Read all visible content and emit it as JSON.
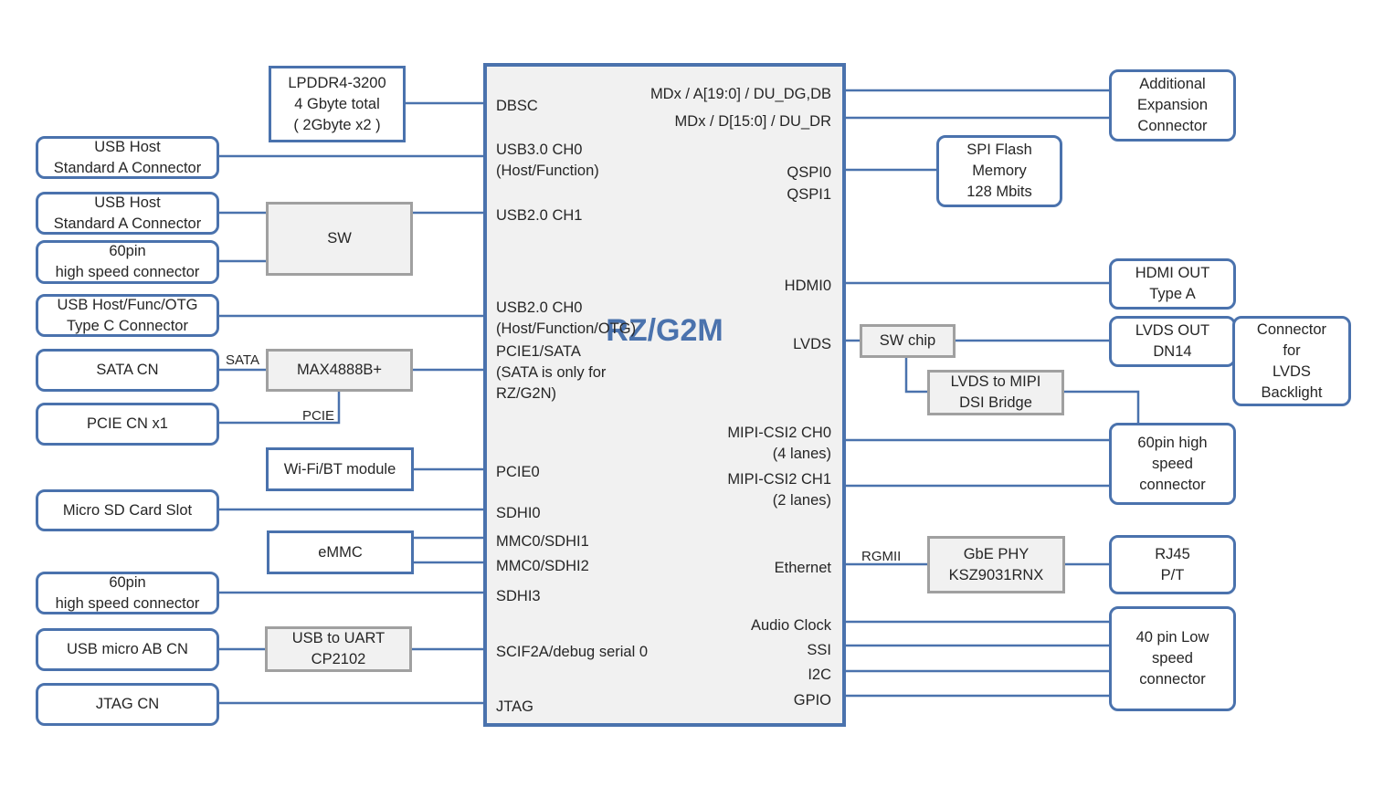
{
  "colors": {
    "wire": "#4a72ad",
    "soc_border": "#4a72ad",
    "soc_fill": "#f1f1f1",
    "chip_border": "#a0a0a0",
    "chip_fill": "#f1f1f1",
    "title": "#4a72ad"
  },
  "soc": {
    "title": "RZ/G2M",
    "left_pins": [
      "DBSC",
      "USB3.0 CH0\n(Host/Function)",
      "USB2.0 CH1",
      "USB2.0 CH0\n(Host/Function/OTG)",
      "PCIE1/SATA\n (SATA is only for\nRZ/G2N)",
      "PCIE0",
      "SDHI0",
      "MMC0/SDHI1",
      "MMC0/SDHI2",
      "SDHI3",
      "SCIF2A/debug serial 0",
      "JTAG"
    ],
    "right_pins": [
      "MDx / A[19:0] / DU_DG,DB",
      "MDx / D[15:0] / DU_DR",
      "QSPI0",
      "QSPI1",
      "HDMI0",
      "LVDS",
      "MIPI-CSI2 CH0\n(4 lanes)",
      "MIPI-CSI2 CH1\n(2 lanes)",
      "Ethernet",
      "Audio Clock",
      "SSI",
      "I2C",
      "GPIO"
    ]
  },
  "left_blocks": {
    "lpddr4": "LPDDR4-3200\n4 Gbyte total\n( 2Gbyte x2 )",
    "usb_host_a1": "USB Host\nStandard A Connector",
    "usb_host_a2": "USB Host\nStandard A Connector",
    "sw": "SW",
    "hs_60pin_1": "60pin\nhigh speed connector",
    "usb_typec": "USB Host/Func/OTG\nType C Connector",
    "sata_cn": "SATA CN",
    "max4888": "MAX4888B+",
    "pcie_cn": "PCIE CN x1",
    "wifi_bt": "Wi-Fi/BT module",
    "microsd": "Micro SD Card Slot",
    "emmc": "eMMC",
    "hs_60pin_2": "60pin\nhigh speed connector",
    "usb_micro_ab": "USB micro AB CN",
    "usb_uart": "USB to UART\nCP2102",
    "jtag_cn": "JTAG CN"
  },
  "right_blocks": {
    "add_expansion": "Additional\nExpansion\nConnector",
    "spi_flash": "SPI Flash\nMemory\n128 Mbits",
    "hdmi_out": "HDMI OUT\nType A",
    "sw_chip": "SW chip",
    "lvds_out": "LVDS OUT\nDN14",
    "lvds_backlight": "Connector\nfor\nLVDS\nBacklight",
    "lvds_mipi_bridge": "LVDS to MIPI\nDSI Bridge",
    "hs_60pin_right": "60pin high\nspeed\nconnector",
    "gbe_phy": "GbE PHY\nKSZ9031RNX",
    "rj45": "RJ45\nP/T",
    "lowspeed_40pin": "40 pin Low\nspeed\nconnector"
  },
  "wire_labels": {
    "sata": "SATA",
    "pcie": "PCIE",
    "rgmii": "RGMII"
  }
}
